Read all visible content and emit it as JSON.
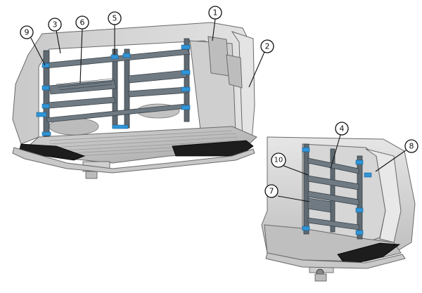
{
  "colors": {
    "accent_bracket": "#2f95d8",
    "shelf_metal": "#6f7a83",
    "van_body": "#d8d8d8",
    "floor_mat": "#1d1d1d",
    "callout_stroke": "#111111"
  },
  "callouts": [
    {
      "id": "c1",
      "label": "1"
    },
    {
      "id": "c2",
      "label": "2"
    },
    {
      "id": "c3",
      "label": "3"
    },
    {
      "id": "c4",
      "label": "4"
    },
    {
      "id": "c5",
      "label": "5"
    },
    {
      "id": "c6",
      "label": "6"
    },
    {
      "id": "c7",
      "label": "7"
    },
    {
      "id": "c8",
      "label": "8"
    },
    {
      "id": "c9",
      "label": "9"
    },
    {
      "id": "c10",
      "label": "10"
    }
  ]
}
